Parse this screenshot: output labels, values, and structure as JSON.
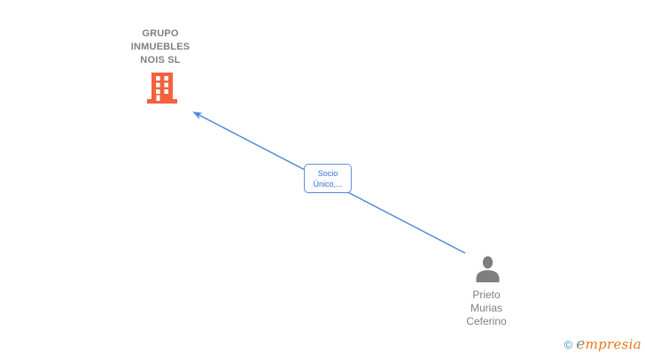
{
  "canvas": {
    "background": "#ffffff"
  },
  "company_node": {
    "name_line1": "GRUPO",
    "name_line2": "INMUEBLES",
    "name_line3": "NOIS SL",
    "icon": "building-icon",
    "icon_color": "#f4613c",
    "text_color": "#808080"
  },
  "relationship": {
    "label": "Socio Único,...",
    "line_color": "#4e86d8",
    "box_border_color": "#6a93d8",
    "label_text_color": "#3a6fd0",
    "direction": "person-to-company"
  },
  "person_node": {
    "name_line1": "Prieto",
    "name_line2": "Murias",
    "name_line3": "Ceferino",
    "icon": "person-icon",
    "icon_color": "#7f7f7f",
    "text_color": "#808080"
  },
  "watermark": {
    "copyright_symbol": "©",
    "brand_initial": "e",
    "brand_rest": "mpresia",
    "copyright_color": "#2b9aaf",
    "brand_initial_color": "#3e93b8",
    "brand_color": "#e8751f"
  }
}
